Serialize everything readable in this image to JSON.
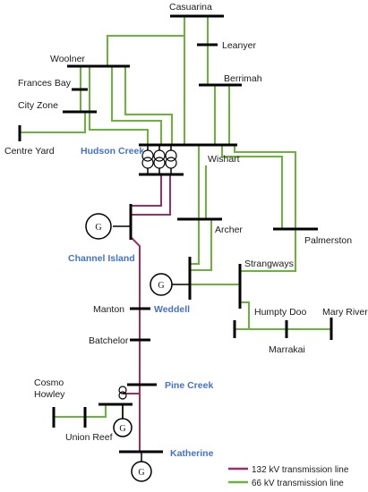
{
  "colors": {
    "line_132kv": "#9b2e6a",
    "line_66kv": "#6ab43c",
    "bus": "#000000",
    "highlight_label": "#4472c4"
  },
  "buses": {
    "casuarina": "Casuarina",
    "leanyer": "Leanyer",
    "woolner": "Woolner",
    "berrimah": "Berrimah",
    "frances_bay": "Frances Bay",
    "city_zone": "City Zone",
    "centre_yard": "Centre Yard",
    "hudson_creek": "Hudson Creek",
    "wishart": "Wishart",
    "archer": "Archer",
    "palmerston": "Palmerston",
    "channel_island": "Channel Island",
    "strangways": "Strangways",
    "weddell": "Weddell",
    "manton": "Manton",
    "humpty_doo": "Humpty Doo",
    "mary_river": "Mary River",
    "marrakai": "Marrakai",
    "batchelor": "Batchelor",
    "cosmo_howley_line1": "Cosmo",
    "cosmo_howley_line2": "Howley",
    "pine_creek": "Pine Creek",
    "union_reef": "Union Reef",
    "katherine": "Katherine"
  },
  "generator_symbol": "G",
  "legend": {
    "items": [
      {
        "label": "132 kV transmission line",
        "color": "#9b2e6a"
      },
      {
        "label": "66 kV transmission line",
        "color": "#6ab43c"
      }
    ]
  }
}
